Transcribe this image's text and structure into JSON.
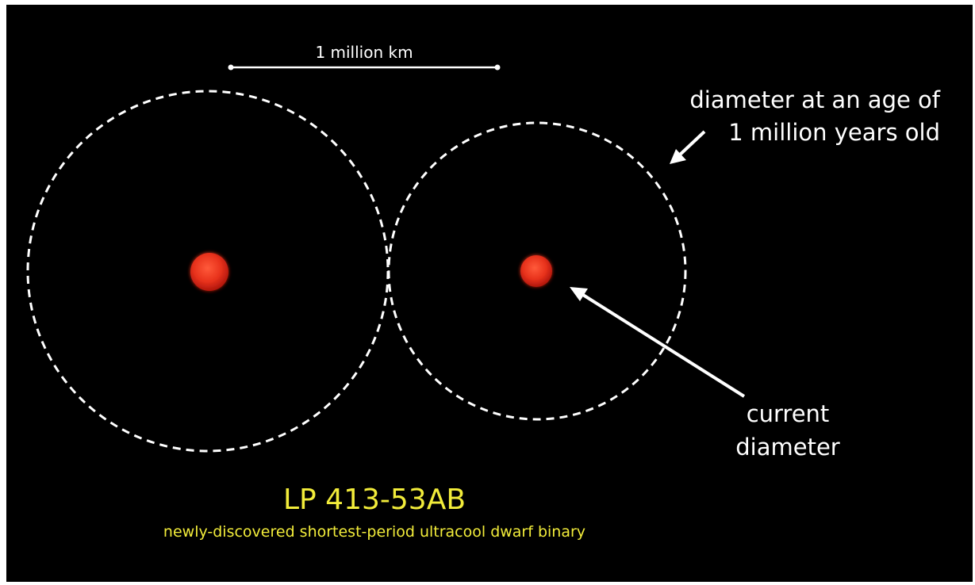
{
  "scale_bar": {
    "label": "1 million km"
  },
  "annotations": {
    "young_diameter_line1": "diameter at an age of",
    "young_diameter_line2": "1 million years old",
    "current_diameter_line1": "current",
    "current_diameter_line2": "diameter"
  },
  "title": {
    "main": "LP 413-53AB",
    "subtitle": "newly-discovered shortest-period ultracool dwarf binary"
  },
  "colors": {
    "background": "#000000",
    "lines": "#ffffff",
    "title": "#f2ec3a",
    "star": "#e8321c"
  }
}
